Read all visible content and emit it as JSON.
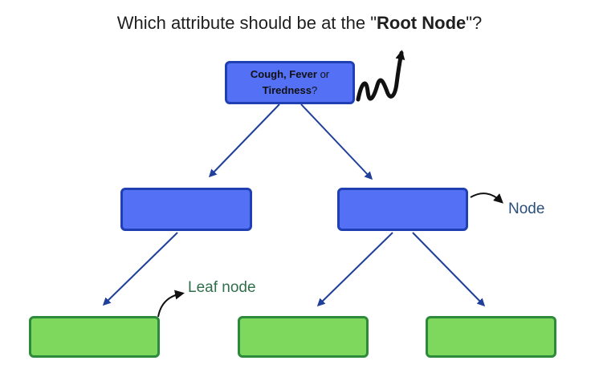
{
  "title": {
    "prefix": "Which attribute should be at the \"",
    "emphasis": "Root Node",
    "suffix": "\"?"
  },
  "root_node": {
    "line1_bold_a": "Cough,",
    "line1_bold_b": "Fever",
    "line1_plain": "or",
    "line2_bold": "Tiredness",
    "line2_plain": "?"
  },
  "annotations": {
    "node_label": "Node",
    "leaf_label": "Leaf node"
  },
  "colors": {
    "decision_fill": "#5470f5",
    "decision_border": "#1f3fb3",
    "leaf_fill": "#7dd85d",
    "leaf_border": "#2d8a3a",
    "edge": "#1f3f9a"
  }
}
